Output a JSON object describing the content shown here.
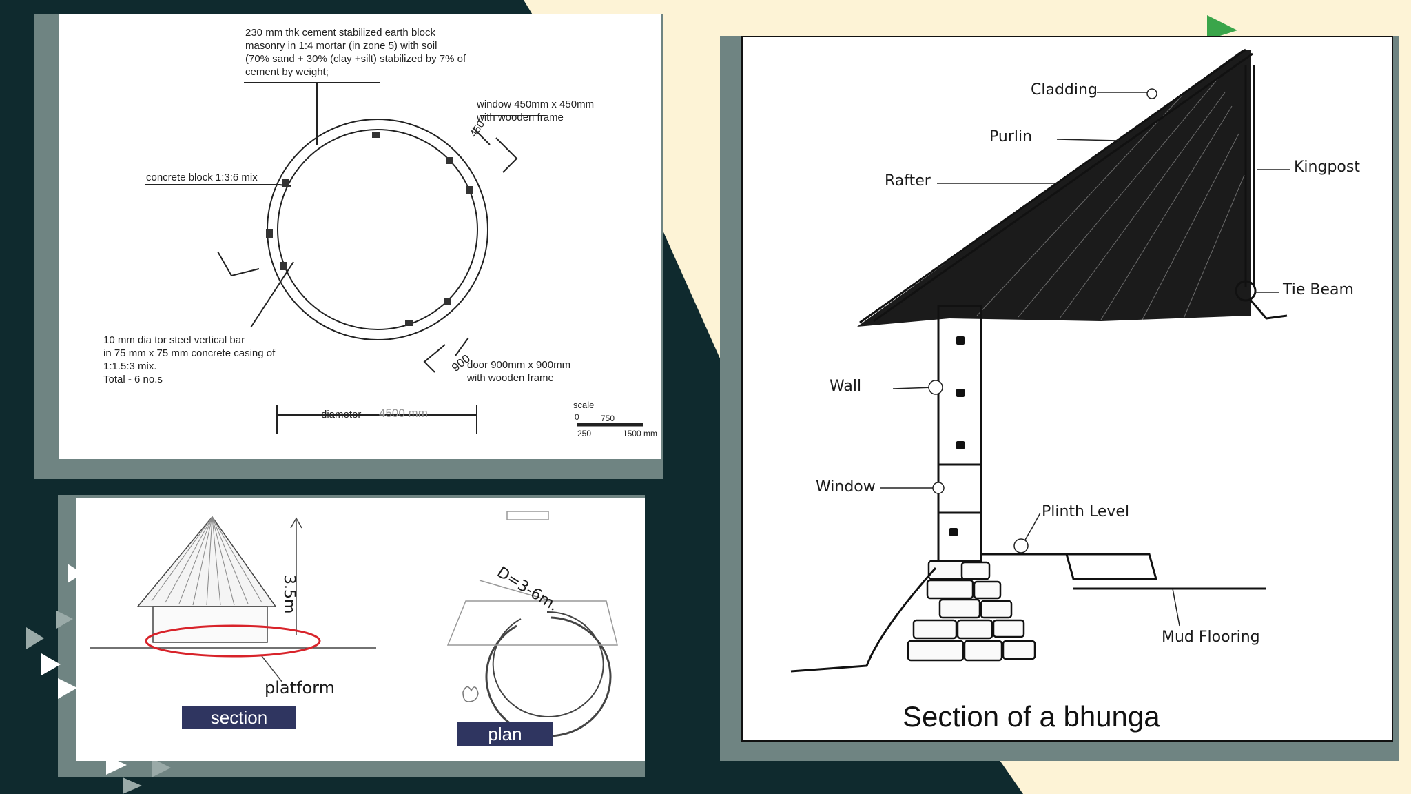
{
  "colors": {
    "background_dark": "#0f2a2e",
    "background_cream": "#fdf3d6",
    "frame_gray": "#6f8482",
    "badge_navy": "#2f3560",
    "highlight_red": "#d8232a",
    "accent_green": "#3aa54a"
  },
  "plan_drawing": {
    "wall_note": "230 mm thk cement stabilized earth block\nmasonry in 1:4 mortar (in zone 5) with soil\n(70% sand + 30% (clay +silt) stabilized by 7% of\ncement by weight;",
    "window_note": "window 450mm x 450mm\nwith wooden frame",
    "window_dim": "450",
    "concrete_note": "concrete block 1:3:6 mix",
    "bar_note": "10 mm dia tor steel vertical bar\nin 75 mm x 75 mm concrete casing of\n1:1.5:3 mix.\nTotal - 6 no.s",
    "door_dim": "900",
    "door_note": "door 900mm x 900mm\nwith wooden frame",
    "diameter_label": "diameter",
    "diameter_value": "4500 mm",
    "scale_label": "scale",
    "scale_ticks": [
      "0",
      "250",
      "750",
      "1500 mm"
    ]
  },
  "hut_drawing": {
    "height_label": "3.5m",
    "platform_label": "platform",
    "section_badge": "section",
    "diameter_label": "D=3-6m.",
    "plan_badge": "plan"
  },
  "bhunga_section": {
    "labels": {
      "cladding": "Cladding",
      "purlin": "Purlin",
      "rafter": "Rafter",
      "kingpost": "Kingpost",
      "tie_beam": "Tie Beam",
      "wall": "Wall",
      "window": "Window",
      "plinth_level": "Plinth Level",
      "mud_flooring": "Mud Flooring"
    },
    "caption": "Section of a bhunga"
  }
}
